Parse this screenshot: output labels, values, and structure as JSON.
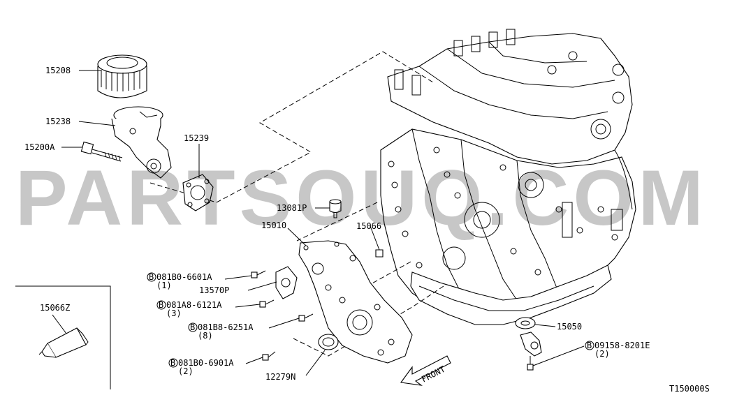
{
  "watermark": "PARTSOUQ.COM",
  "diagram_code": "T150000S",
  "direction_label": "FRONT",
  "callouts": [
    {
      "id": "c-15208",
      "number": "15208"
    },
    {
      "id": "c-15238",
      "number": "15238"
    },
    {
      "id": "c-15200a",
      "number": "15200A"
    },
    {
      "id": "c-15239",
      "number": "15239"
    },
    {
      "id": "c-13081p",
      "number": "13081P"
    },
    {
      "id": "c-15010",
      "number": "15010"
    },
    {
      "id": "c-15066",
      "number": "15066"
    },
    {
      "id": "c-13570p",
      "number": "13570P"
    },
    {
      "id": "c-15050",
      "number": "15050"
    },
    {
      "id": "c-12279n",
      "number": "12279N"
    },
    {
      "id": "c-15066z",
      "number": "15066Z"
    }
  ],
  "bolts": [
    {
      "id": "b1",
      "symbol": "B",
      "number": "081B0-6601A",
      "qty": "(1)"
    },
    {
      "id": "b2",
      "symbol": "B",
      "number": "081A8-6121A",
      "qty": "(3)"
    },
    {
      "id": "b3",
      "symbol": "B",
      "number": "081B8-6251A",
      "qty": "(8)"
    },
    {
      "id": "b4",
      "symbol": "B",
      "number": "081B0-6901A",
      "qty": "(2)"
    },
    {
      "id": "b5",
      "symbol": "B",
      "number": "09158-8201E",
      "qty": "(2)"
    }
  ]
}
